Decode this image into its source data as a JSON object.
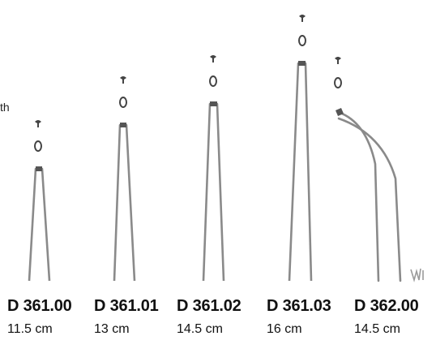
{
  "side_text": "th",
  "products": [
    {
      "code": "D 361.00",
      "length": "11.5 cm",
      "style": "straight",
      "color": "#8a8a8a"
    },
    {
      "code": "D 361.01",
      "length": "13 cm",
      "style": "straight",
      "color": "#8a8a8a"
    },
    {
      "code": "D 361.02",
      "length": "14.5 cm",
      "style": "straight",
      "color": "#8a8a8a"
    },
    {
      "code": "D 361.03",
      "length": "16 cm",
      "style": "straight",
      "color": "#8a8a8a"
    },
    {
      "code": "D 362.00",
      "length": "14.5 cm",
      "style": "curved",
      "color": "#8a8a8a"
    }
  ]
}
